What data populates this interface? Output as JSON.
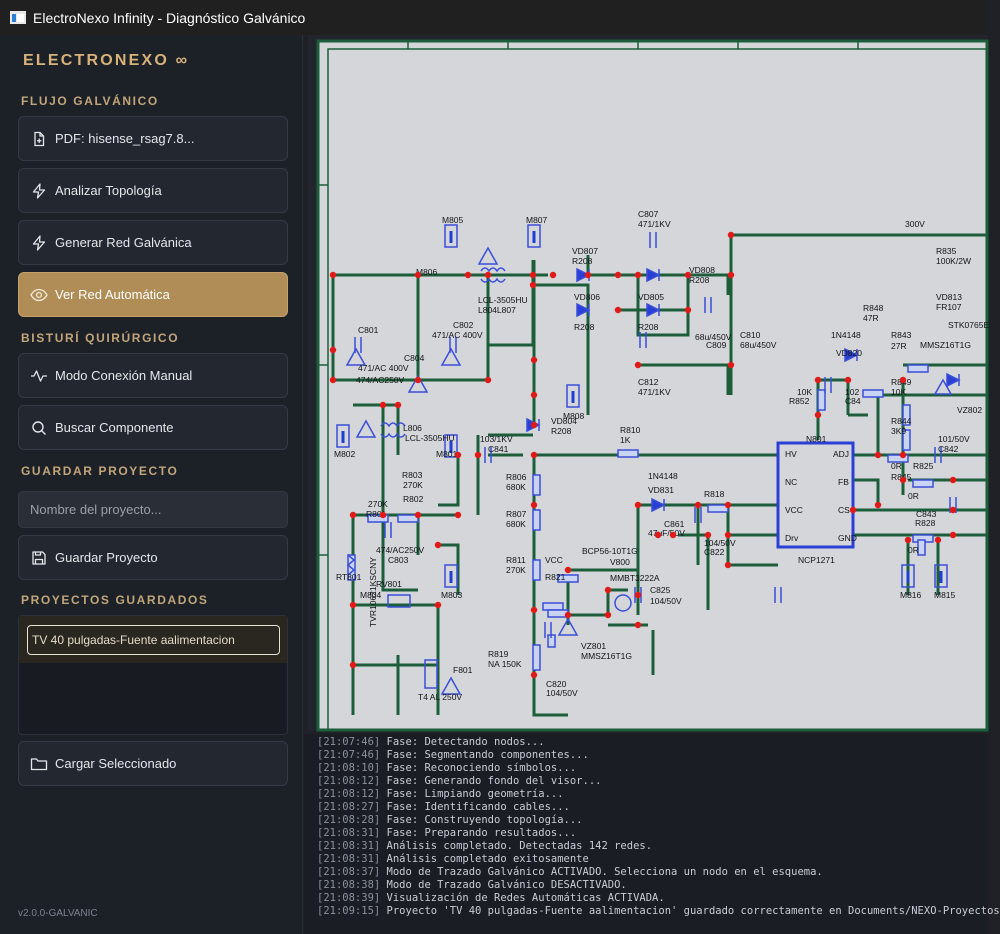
{
  "window": {
    "title": "ElectroNexo Infinity - Diagnóstico Galvánico"
  },
  "sidebar": {
    "brand": "ELECTRONEXO ∞",
    "sections": {
      "flujo": "FLUJO GALVÁNICO",
      "bisturi": "BISTURÍ QUIRÚRGICO",
      "guardar": "GUARDAR PROYECTO",
      "proyectos": "PROYECTOS GUARDADOS"
    },
    "buttons": {
      "pdf": "PDF: hisense_rsag7.8...",
      "analizar": "Analizar Topología",
      "generar": "Generar Red Galvánica",
      "ver_red": "Ver Red Automática",
      "modo_manual": "Modo Conexión Manual",
      "buscar": "Buscar Componente",
      "guardar": "Guardar Proyecto",
      "cargar": "Cargar Seleccionado"
    },
    "project_name_placeholder": "Nombre del proyecto...",
    "saved_projects": [
      "TV 40 pulgadas-Fuente aalimentacion"
    ],
    "version": "v2.0.0-GALVANIC"
  },
  "schematic": {
    "labels": [
      {
        "t": "M805"
      },
      {
        "t": "M807"
      },
      {
        "t": "C807"
      },
      {
        "t": "471/1KV"
      },
      {
        "t": "300V"
      },
      {
        "t": "R835"
      },
      {
        "t": "100K/2W"
      },
      {
        "t": "M806"
      },
      {
        "t": "VD807"
      },
      {
        "t": "R208"
      },
      {
        "t": "VD808"
      },
      {
        "t": "R208"
      },
      {
        "t": "LCL-3505HU"
      },
      {
        "t": "L804L807"
      },
      {
        "t": "VD806"
      },
      {
        "t": "VD805"
      },
      {
        "t": "R208"
      },
      {
        "t": "R208"
      },
      {
        "t": "VD813"
      },
      {
        "t": "FR107"
      },
      {
        "t": "R848"
      },
      {
        "t": "47R"
      },
      {
        "t": "STK0765E"
      },
      {
        "t": "C801"
      },
      {
        "t": "C802"
      },
      {
        "t": "471/AC 400V"
      },
      {
        "t": "68u/450V"
      },
      {
        "t": "C810"
      },
      {
        "t": "C809"
      },
      {
        "t": "68u/450V"
      },
      {
        "t": "1N4148"
      },
      {
        "t": "R843"
      },
      {
        "t": "VD820"
      },
      {
        "t": "27R"
      },
      {
        "t": "MMSZ16T1G"
      },
      {
        "t": "C804"
      },
      {
        "t": "471/AC 400V"
      },
      {
        "t": "474/AC250V"
      },
      {
        "t": "C812"
      },
      {
        "t": "471/1KV"
      },
      {
        "t": "10K"
      },
      {
        "t": "R852"
      },
      {
        "t": "102"
      },
      {
        "t": "C84"
      },
      {
        "t": "R849"
      },
      {
        "t": "10K"
      },
      {
        "t": "VZ802"
      },
      {
        "t": "M808"
      },
      {
        "t": "VD804"
      },
      {
        "t": "R208"
      },
      {
        "t": "R844"
      },
      {
        "t": "3K9"
      },
      {
        "t": "L806"
      },
      {
        "t": "LCL-3505HU"
      },
      {
        "t": "103/1KV"
      },
      {
        "t": "C841"
      },
      {
        "t": "R810"
      },
      {
        "t": "1K"
      },
      {
        "t": "N801"
      },
      {
        "t": "101/50V"
      },
      {
        "t": "C842"
      },
      {
        "t": "M802"
      },
      {
        "t": "M801"
      },
      {
        "t": "HV"
      },
      {
        "t": "ADJ"
      },
      {
        "t": "0R"
      },
      {
        "t": "R825"
      },
      {
        "t": "R803"
      },
      {
        "t": "270K"
      },
      {
        "t": "R802"
      },
      {
        "t": "R806"
      },
      {
        "t": "680K"
      },
      {
        "t": "1N4148"
      },
      {
        "t": "NC"
      },
      {
        "t": "FB"
      },
      {
        "t": "R845"
      },
      {
        "t": "0R"
      },
      {
        "t": "VD831"
      },
      {
        "t": "R818"
      },
      {
        "t": "270K"
      },
      {
        "t": "R801"
      },
      {
        "t": "R807"
      },
      {
        "t": "680K"
      },
      {
        "t": "C861"
      },
      {
        "t": "47uF/50V"
      },
      {
        "t": "VCC"
      },
      {
        "t": "CS"
      },
      {
        "t": "C843"
      },
      {
        "t": "R828"
      },
      {
        "t": "474/AC250V"
      },
      {
        "t": "C803"
      },
      {
        "t": "104/50V"
      },
      {
        "t": "C822"
      },
      {
        "t": "Drv"
      },
      {
        "t": "GND"
      },
      {
        "t": "0R"
      },
      {
        "t": "NCP1271"
      },
      {
        "t": "R811"
      },
      {
        "t": "270K"
      },
      {
        "t": "VCC"
      },
      {
        "t": "BCP56-10T1G"
      },
      {
        "t": "V800"
      },
      {
        "t": "R821"
      },
      {
        "t": "RT801"
      },
      {
        "t": "RV801"
      },
      {
        "t": "MMBT3222A"
      },
      {
        "t": "M816"
      },
      {
        "t": "M815"
      },
      {
        "t": "M804"
      },
      {
        "t": "M803"
      },
      {
        "t": "C825"
      },
      {
        "t": "104/50V"
      },
      {
        "t": "TVR10621KSCNY"
      },
      {
        "t": "R819"
      },
      {
        "t": "NA 150K"
      },
      {
        "t": "VZ801"
      },
      {
        "t": "MMSZ16T1G"
      },
      {
        "t": "F801"
      },
      {
        "t": "T4 AL 250V"
      },
      {
        "t": "C820"
      },
      {
        "t": "104/50V"
      }
    ]
  },
  "console": {
    "lines": [
      {
        "ts": "[21:07:46]",
        "msg": "Fase: Detectando nodos..."
      },
      {
        "ts": "[21:07:46]",
        "msg": "Fase: Segmentando componentes..."
      },
      {
        "ts": "[21:08:10]",
        "msg": "Fase: Reconociendo símbolos..."
      },
      {
        "ts": "[21:08:12]",
        "msg": "Fase: Generando fondo del visor..."
      },
      {
        "ts": "[21:08:12]",
        "msg": "Fase: Limpiando geometría..."
      },
      {
        "ts": "[21:08:27]",
        "msg": "Fase: Identificando cables..."
      },
      {
        "ts": "[21:08:28]",
        "msg": "Fase: Construyendo topología..."
      },
      {
        "ts": "[21:08:31]",
        "msg": "Fase: Preparando resultados..."
      },
      {
        "ts": "[21:08:31]",
        "msg": "Análisis completado. Detectadas 142 redes."
      },
      {
        "ts": "[21:08:31]",
        "msg": "Análisis completado exitosamente"
      },
      {
        "ts": "[21:08:37]",
        "msg": "Modo de Trazado Galvánico ACTIVADO. Selecciona un nodo en el esquema."
      },
      {
        "ts": "[21:08:38]",
        "msg": "Modo de Trazado Galvánico DESACTIVADO."
      },
      {
        "ts": "[21:08:39]",
        "msg": "Visualización de Redes Automáticas ACTIVADA."
      },
      {
        "ts": "[21:09:15]",
        "msg": "Proyecto 'TV 40 pulgadas-Fuente aalimentacion' guardado correctamente en Documents/NEXO-Proyectos"
      }
    ]
  },
  "colors": {
    "accent": "#b08d57",
    "brand": "#d9b27a",
    "wire": "#1d5e3a",
    "node": "#e01919",
    "component": "#2a3fd6"
  }
}
